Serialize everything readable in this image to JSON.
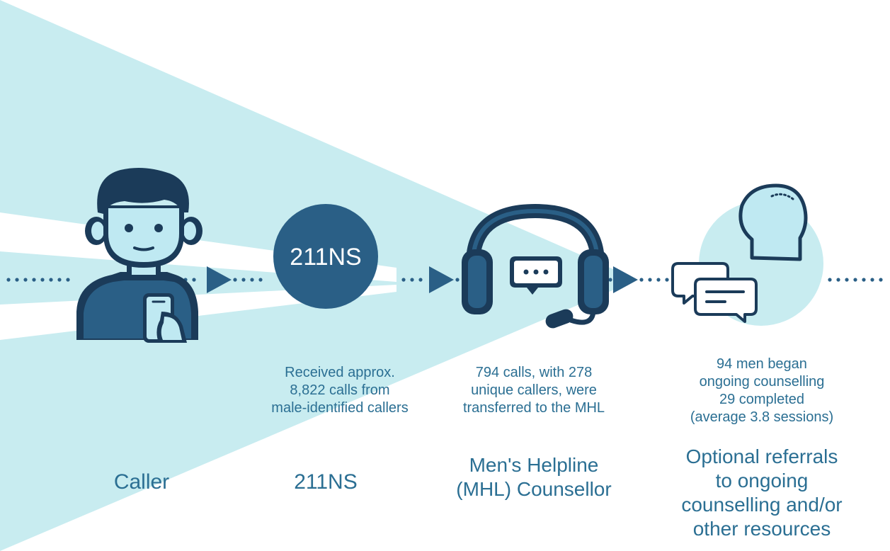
{
  "colors": {
    "funnel": "#c8ecf0",
    "circle_light": "#c8ecf0",
    "dark_navy": "#1b3b59",
    "mid_blue": "#2a5f86",
    "text_blue": "#2b6f93",
    "skin": "#bfe9f2",
    "white": "#ffffff"
  },
  "steps": [
    {
      "icon": "person-with-phone-icon",
      "description": [],
      "label": [
        "Caller"
      ]
    },
    {
      "icon": "circle-badge",
      "badge_text": "211NS",
      "description": [
        "Received approx.",
        "8,822 calls from",
        "male-identified callers"
      ],
      "label": [
        "211NS"
      ]
    },
    {
      "icon": "headset-icon",
      "description": [
        "794 calls, with 278",
        "unique callers, were",
        "transferred to the MHL"
      ],
      "label": [
        "Men's Helpline",
        "(MHL) Counsellor"
      ]
    },
    {
      "icon": "counselling-icon",
      "description": [
        "94 men began",
        "ongoing counselling",
        "29 completed",
        "(average 3.8 sessions)"
      ],
      "label": [
        "Optional referrals",
        "to ongoing",
        "counselling and/or",
        "other resources"
      ]
    }
  ]
}
